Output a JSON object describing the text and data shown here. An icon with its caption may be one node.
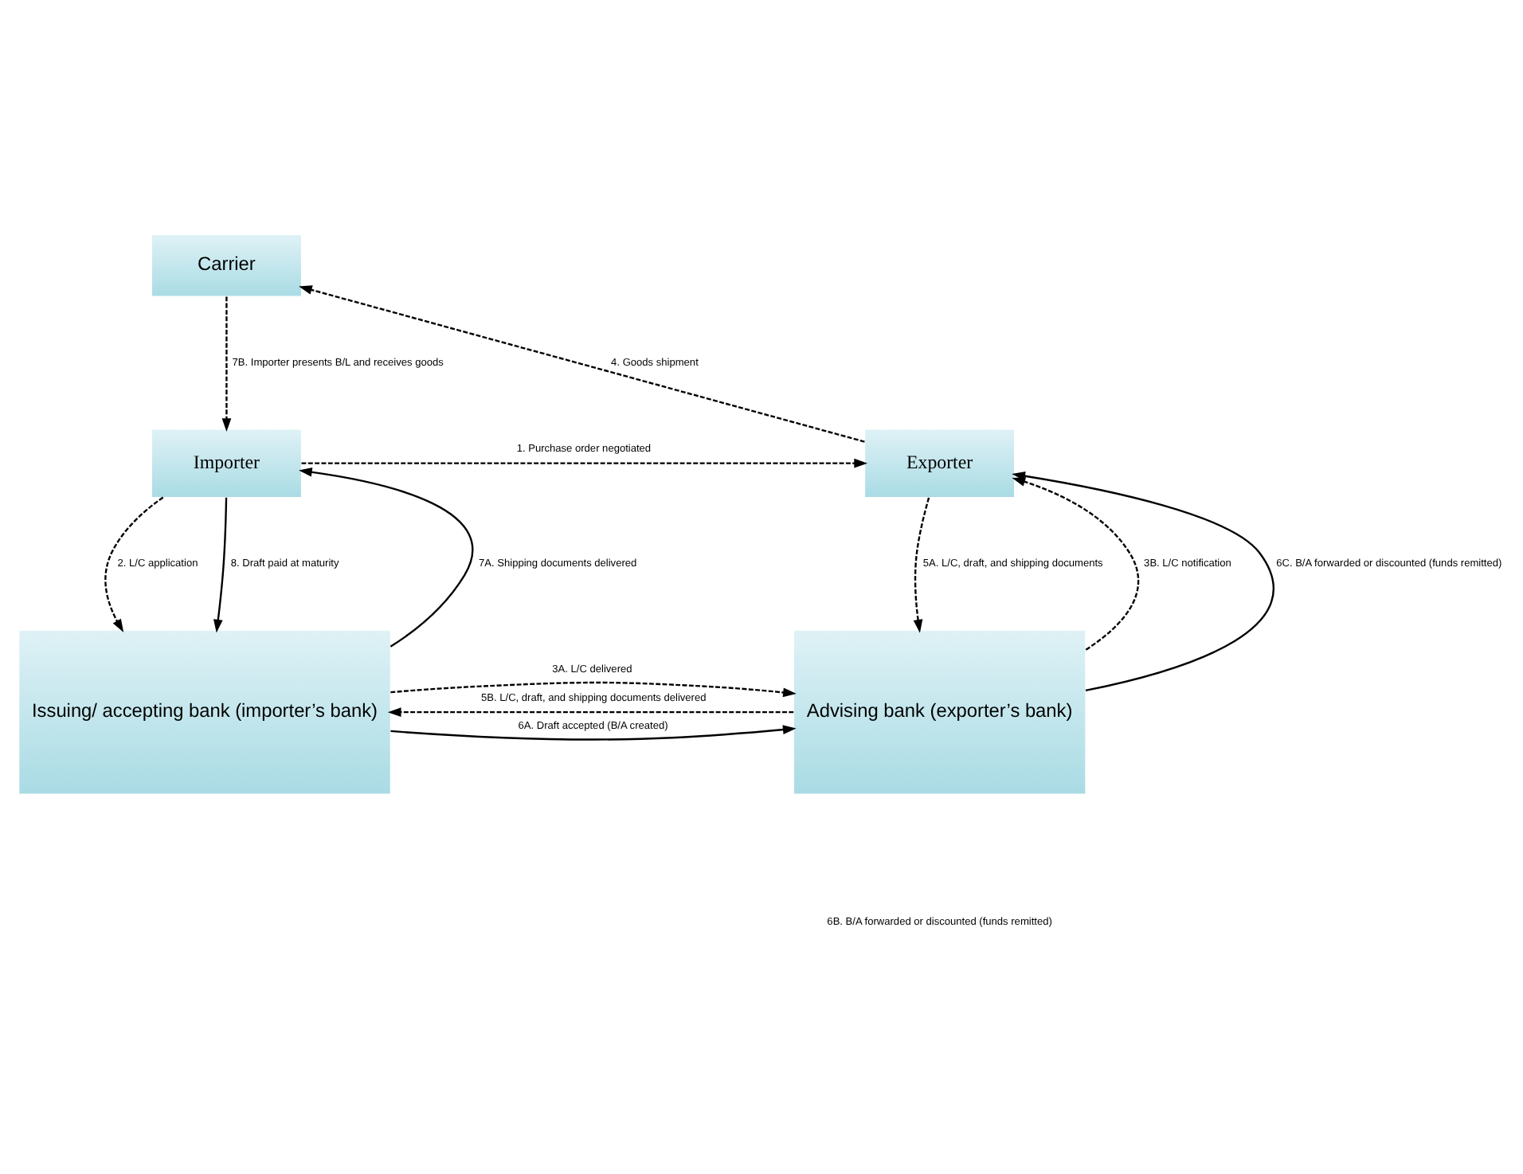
{
  "diagram": {
    "nodes": [
      {
        "text": [
          "Carrier"
        ]
      },
      {
        "text": [
          "Importer"
        ]
      },
      {
        "text": [
          "Exporter"
        ]
      },
      {
        "text": [
          "Issuing/ accepting bank (importer’s bank)"
        ]
      },
      {
        "text": [
          "Advising bank (exporter’s bank)"
        ]
      }
    ],
    "edges": [
      {
        "from": 1,
        "to": 2,
        "arrow": "to",
        "style": "dashed",
        "label": "1. Purchase order negotiated"
      },
      {
        "from": 1,
        "to": 3,
        "arrow": "to",
        "style": "dashed",
        "label": "2. L/C application"
      },
      {
        "from": 3,
        "to": 4,
        "arrow": "to",
        "style": "dashed",
        "label": "3A. L/C delivered"
      },
      {
        "from": 4,
        "to": 2,
        "arrow": "to",
        "style": "dashed",
        "label": "3B. L/C notification"
      },
      {
        "from": 2,
        "to": 0,
        "arrow": "to",
        "style": "dashed",
        "label": "4. Goods shipment"
      },
      {
        "from": 2,
        "to": 4,
        "arrow": "to",
        "style": "dashed",
        "label": "5A. L/C, draft, and shipping documents"
      },
      {
        "from": 4,
        "to": 3,
        "arrow": "to",
        "style": "dashed",
        "label": "5B. L/C, draft, and shipping documents delivered"
      },
      {
        "from": 3,
        "to": 4,
        "arrow": "to",
        "label": "6A. Draft accepted (B/A created)"
      },
      {
        "from": 4,
        "to": 2,
        "arrow": "to",
        "label": "6C. B/A forwarded or discounted (funds remitted)"
      },
      {
        "from": 3,
        "to": 1,
        "arrow": "to",
        "label": "7A. Shipping documents delivered"
      },
      {
        "from": 0,
        "to": 1,
        "arrow": "to",
        "style": "dashed",
        "label": "7B. Importer presents B/L and receives goods"
      },
      {
        "from": 1,
        "to": 3,
        "arrow": "to",
        "label": "8. Draft paid at maturity"
      }
    ],
    "labels": [
      "6B. B/A forwarded or discounted (funds remitted)"
    ]
  }
}
